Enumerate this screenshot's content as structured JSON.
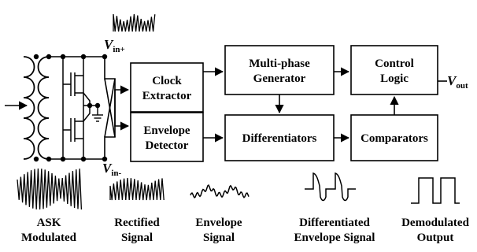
{
  "blocks": {
    "clock_extractor": [
      "Clock",
      "Extractor"
    ],
    "multi_phase_generator": [
      "Multi-phase",
      "Generator"
    ],
    "control_logic": [
      "Control",
      "Logic"
    ],
    "envelope_detector": [
      "Envelope",
      "Detector"
    ],
    "differentiators": [
      "Differentiators"
    ],
    "comparators": [
      "Comparators"
    ]
  },
  "terminals": {
    "vin_plus": {
      "main": "V",
      "sub": "in+"
    },
    "vin_minus": {
      "main": "V",
      "sub": "in-"
    },
    "vout": {
      "main": "V",
      "sub": "out"
    }
  },
  "captions": {
    "ask_modulated": [
      "ASK",
      "Modulated"
    ],
    "rectified_signal": [
      "Rectified",
      "Signal"
    ],
    "envelope_signal": [
      "Envelope",
      "Signal"
    ],
    "differentiated_envelope_signal": [
      "Differentiated",
      "Envelope Signal"
    ],
    "demodulated_output": [
      "Demodulated",
      "Output"
    ]
  }
}
